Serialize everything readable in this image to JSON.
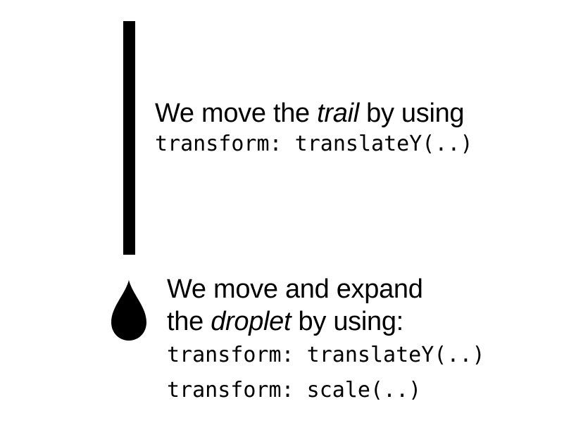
{
  "trail": {
    "line1_before": "We move the ",
    "line1_emphasis": "trail",
    "line1_after": " by using",
    "code_line": "transform: translateY(..)"
  },
  "droplet": {
    "line1": "We move and expand",
    "line2_before": "the ",
    "line2_emphasis": "droplet",
    "line2_after": " by using:",
    "code_lines": [
      "transform: translateY(..)",
      "transform: scale(..)"
    ]
  },
  "colors": {
    "ink": "#000000",
    "background": "#ffffff"
  }
}
